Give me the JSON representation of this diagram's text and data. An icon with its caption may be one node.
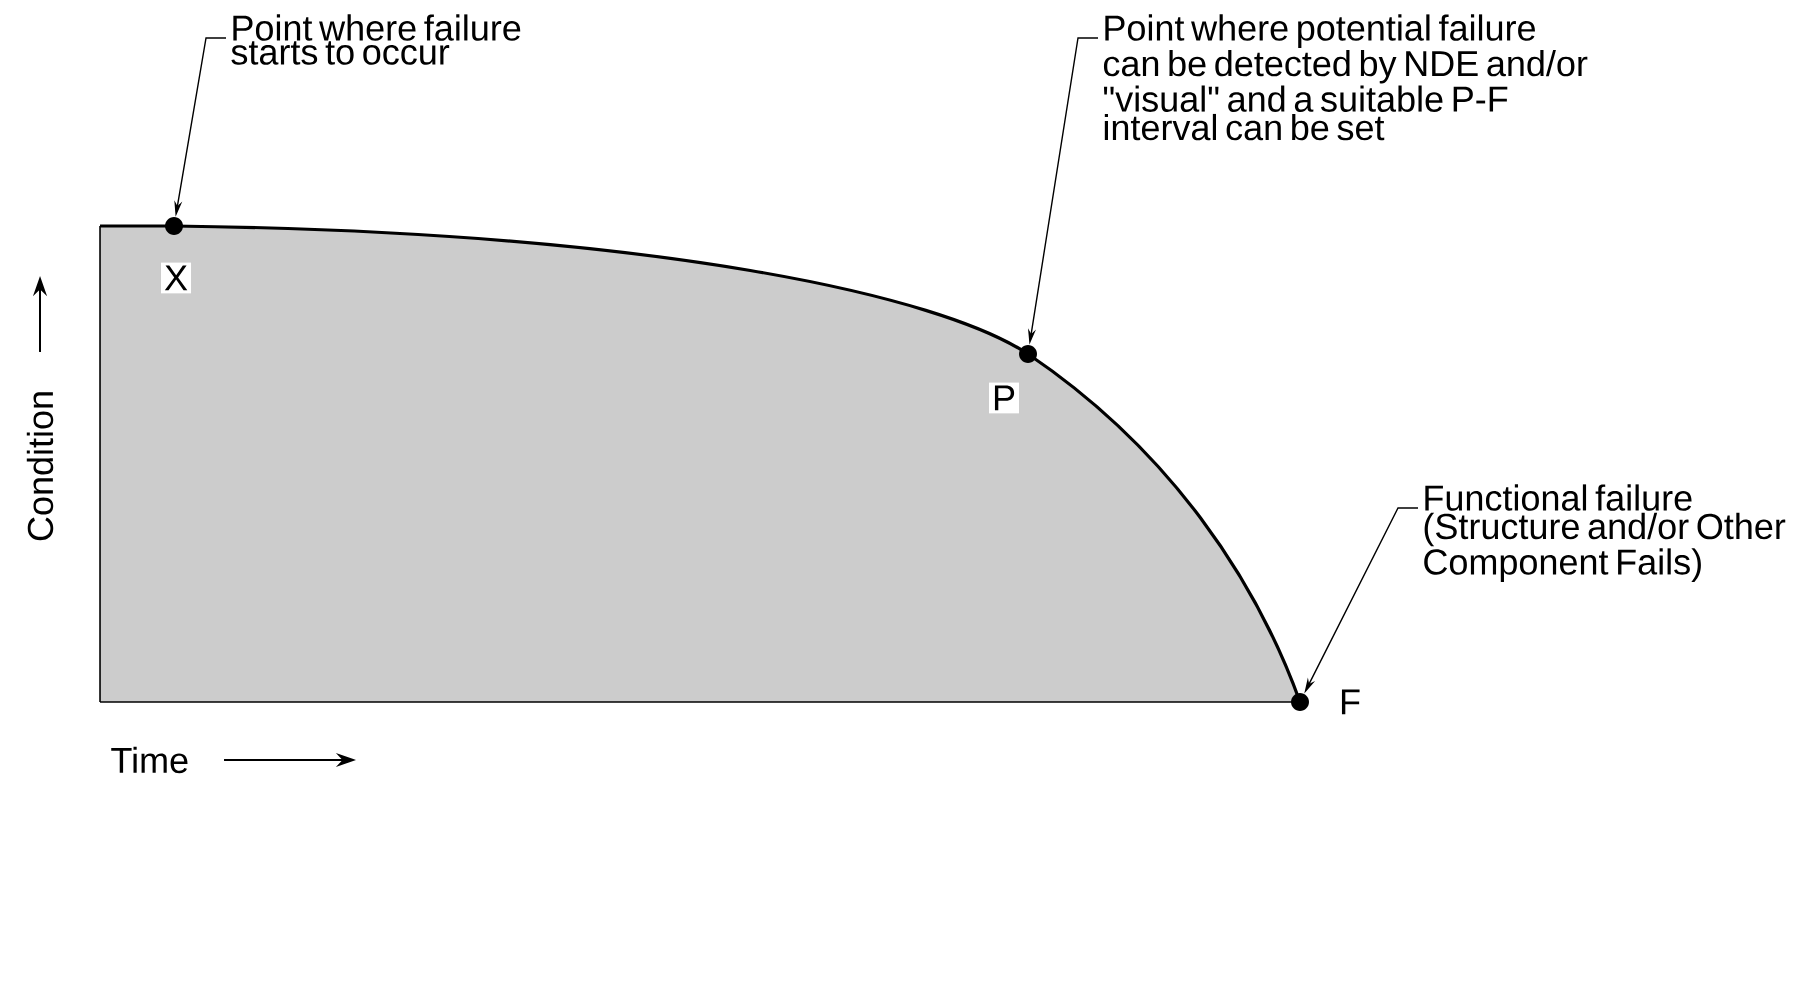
{
  "diagram": {
    "nodes": [
      {
        "text": [
          "Point where failure starts to occur"
        ]
      },
      {
        "text": [],
        "shape": "circle",
        "beside": [
          "X"
        ]
      },
      {
        "text": [
          "Point where potential failure can be detected by NDE and/or \"visual\" and a suitable P-F interval can be set"
        ]
      },
      {
        "text": [],
        "shape": "circle",
        "beside": [
          "P"
        ]
      },
      {
        "text": [],
        "shape": "circle",
        "beside": [
          "F"
        ]
      },
      {
        "text": [
          "Functional failure (Structure and/or Other Component Fails)"
        ]
      }
    ],
    "edges": [
      {
        "from": 0,
        "to": 1,
        "arrow": "to"
      },
      {
        "from": 2,
        "to": 3,
        "arrow": "to"
      },
      {
        "from": 5,
        "to": 4,
        "arrow": "to"
      }
    ],
    "labels": [
      "Condition",
      "Time"
    ]
  }
}
